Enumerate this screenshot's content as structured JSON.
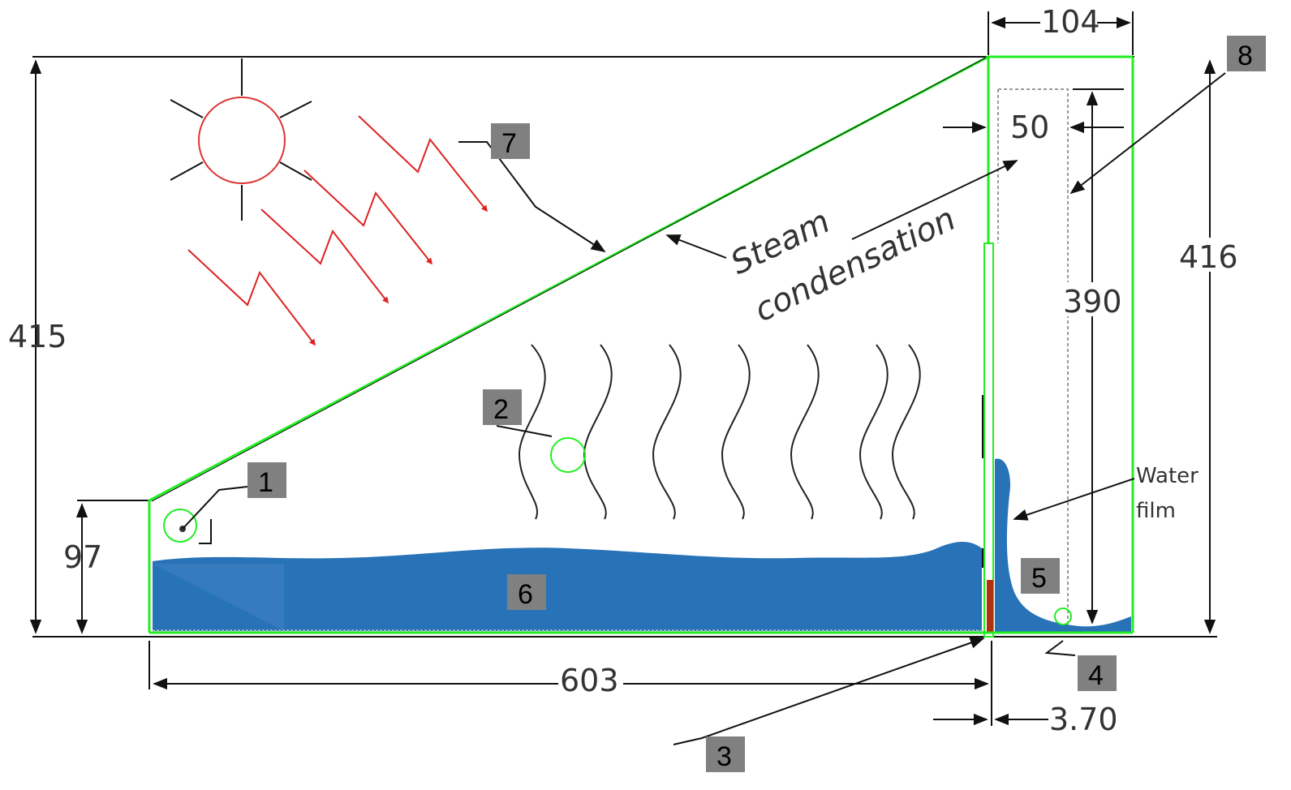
{
  "dimensions": {
    "overall_height_left": "415",
    "front_wall_height": "97",
    "basin_length": "603",
    "condenser_width": "104",
    "condenser_gap": "50",
    "condenser_inner_height": "390",
    "condenser_height_right": "416",
    "wall_thickness": "3.70"
  },
  "labels": {
    "steam_line1": "Steam",
    "steam_line2": "condensation",
    "water_film_line1": "Water",
    "water_film_line2": "film"
  },
  "tags": [
    "1",
    "2",
    "3",
    "4",
    "5",
    "6",
    "7",
    "8"
  ],
  "colors": {
    "outline": "#22ee22",
    "water": "#2872b8",
    "sun": "#dd3333",
    "radiation": "#dd2222",
    "tag_bg": "#808080",
    "partition": "#b03010"
  }
}
